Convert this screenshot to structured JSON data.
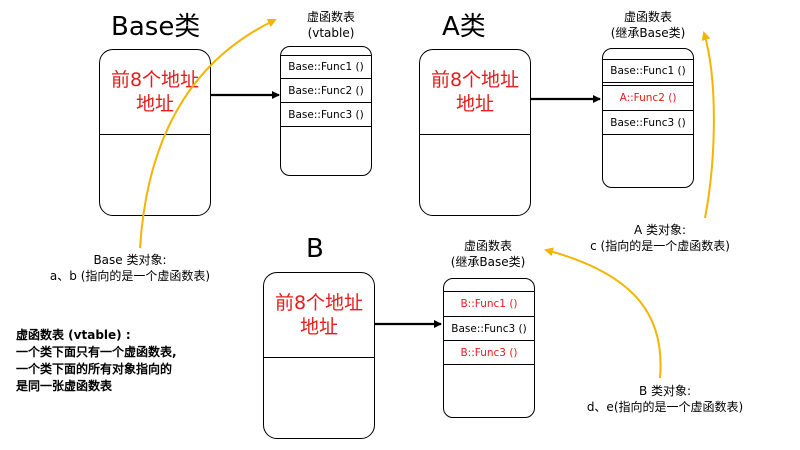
{
  "base": {
    "title": "Base类",
    "obj_line1": "前8个地址",
    "obj_line2": "地址",
    "vtable_label_line1": "虚函数表",
    "vtable_label_line2": "(vtable)",
    "rows": [
      {
        "text": "Base::Func1 ()",
        "color": "#000000"
      },
      {
        "text": "Base::Func2 ()",
        "color": "#000000"
      },
      {
        "text": "Base::Func3 ()",
        "color": "#000000"
      }
    ],
    "objects_line1": "Base 类对象:",
    "objects_line2": "a、b (指向的是一个虚函数表)"
  },
  "a": {
    "title": "A类",
    "obj_line1": "前8个地址",
    "obj_line2": "地址",
    "vtable_label_line1": "虚函数表",
    "vtable_label_line2": "(继承Base类)",
    "rows": [
      {
        "text": "Base::Func1 ()",
        "color": "#000000"
      },
      {
        "text": "A::Func2 ()",
        "color": "#e41c1c"
      },
      {
        "text": "Base::Func3 ()",
        "color": "#000000"
      }
    ],
    "objects_line1": "A 类对象:",
    "objects_line2": "c (指向的是一个虚函数表)"
  },
  "b": {
    "title": "B",
    "obj_line1": "前8个地址",
    "obj_line2": "地址",
    "vtable_label_line1": "虚函数表",
    "vtable_label_line2": "(继承Base类)",
    "rows": [
      {
        "text": "B::Func1 ()",
        "color": "#e41c1c"
      },
      {
        "text": "Base::Func3 ()",
        "color": "#000000"
      },
      {
        "text": "B::Func3 ()",
        "color": "#e41c1c"
      }
    ],
    "objects_line1": "B 类对象:",
    "objects_line2": "d、e(指向的是一个虚函数表)"
  },
  "note": {
    "line1": "虚函数表 (vtable) :",
    "line2": "一个类下面只有一个虚函数表,",
    "line3": "一个类下面的所有对象指向的",
    "line4": "是同一张虚函数表"
  },
  "colors": {
    "override_red": "#e41c1c",
    "curve_orange": "#f5b400",
    "line_black": "#000000"
  }
}
